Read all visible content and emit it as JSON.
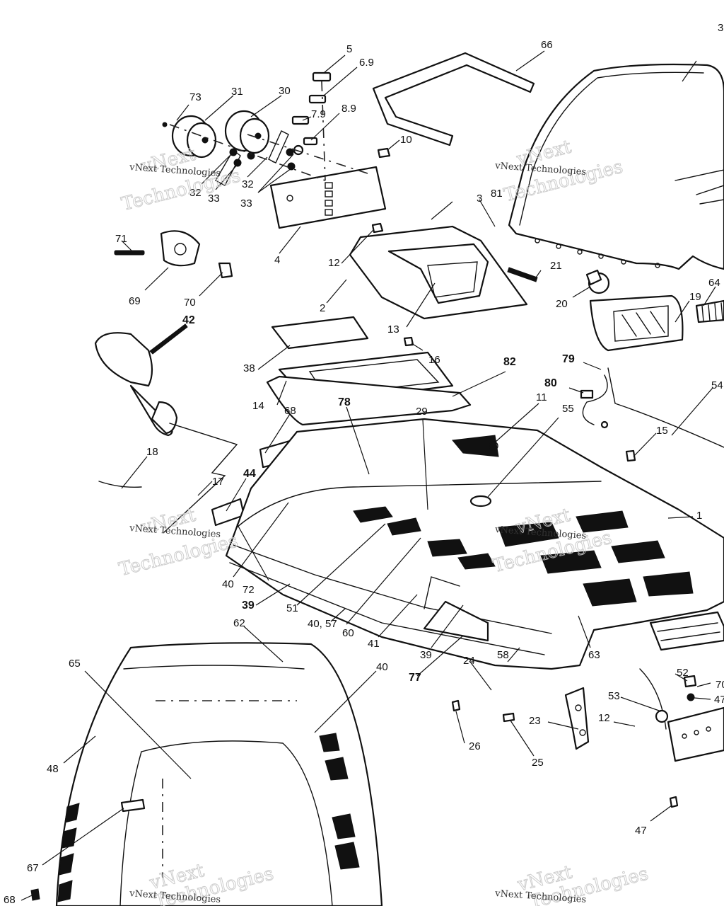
{
  "watermark": {
    "big_top": "vNext",
    "big_bottom": "Technologies",
    "small": "vNext Technologies"
  },
  "callouts": {
    "c1": "1",
    "c2": "2",
    "c3": "3",
    "c3b": "3",
    "c4": "4",
    "c5": "5",
    "c69b": "6.9",
    "c79": "7.9",
    "c89": "8.9",
    "c10": "10",
    "c11": "11",
    "c12": "12",
    "c12b": "12",
    "c13": "13",
    "c14": "14",
    "c15": "15",
    "c16": "16",
    "c17": "17",
    "c18": "18",
    "c19": "19",
    "c20": "20",
    "c21": "21",
    "c23": "23",
    "c24": "24",
    "c25": "25",
    "c26": "26",
    "c29": "29",
    "c30": "30",
    "c31": "31",
    "c32": "32",
    "c32b": "32",
    "c33": "33",
    "c33b": "33",
    "c38": "38",
    "c39": "39",
    "c39b": "39",
    "c40": "40",
    "c40b": "40",
    "c4057": "40, 57",
    "c41": "41",
    "c42": "42",
    "c44": "44",
    "c47": "47",
    "c47b": "47",
    "c48": "48",
    "c51": "51",
    "c52": "52",
    "c53": "53",
    "c54": "54",
    "c55": "55",
    "c58": "58",
    "c60": "60",
    "c62": "62",
    "c63": "63",
    "c64": "64",
    "c65": "65",
    "c66": "66",
    "c67": "67",
    "c68": "68",
    "c69": "69",
    "c70": "70",
    "c70b": "70",
    "c71": "71",
    "c72": "72",
    "c73": "73",
    "c77": "77",
    "c78": "78",
    "c79b": "79",
    "c80": "80",
    "c81": "81",
    "c82": "82",
    "c68b": "68"
  }
}
